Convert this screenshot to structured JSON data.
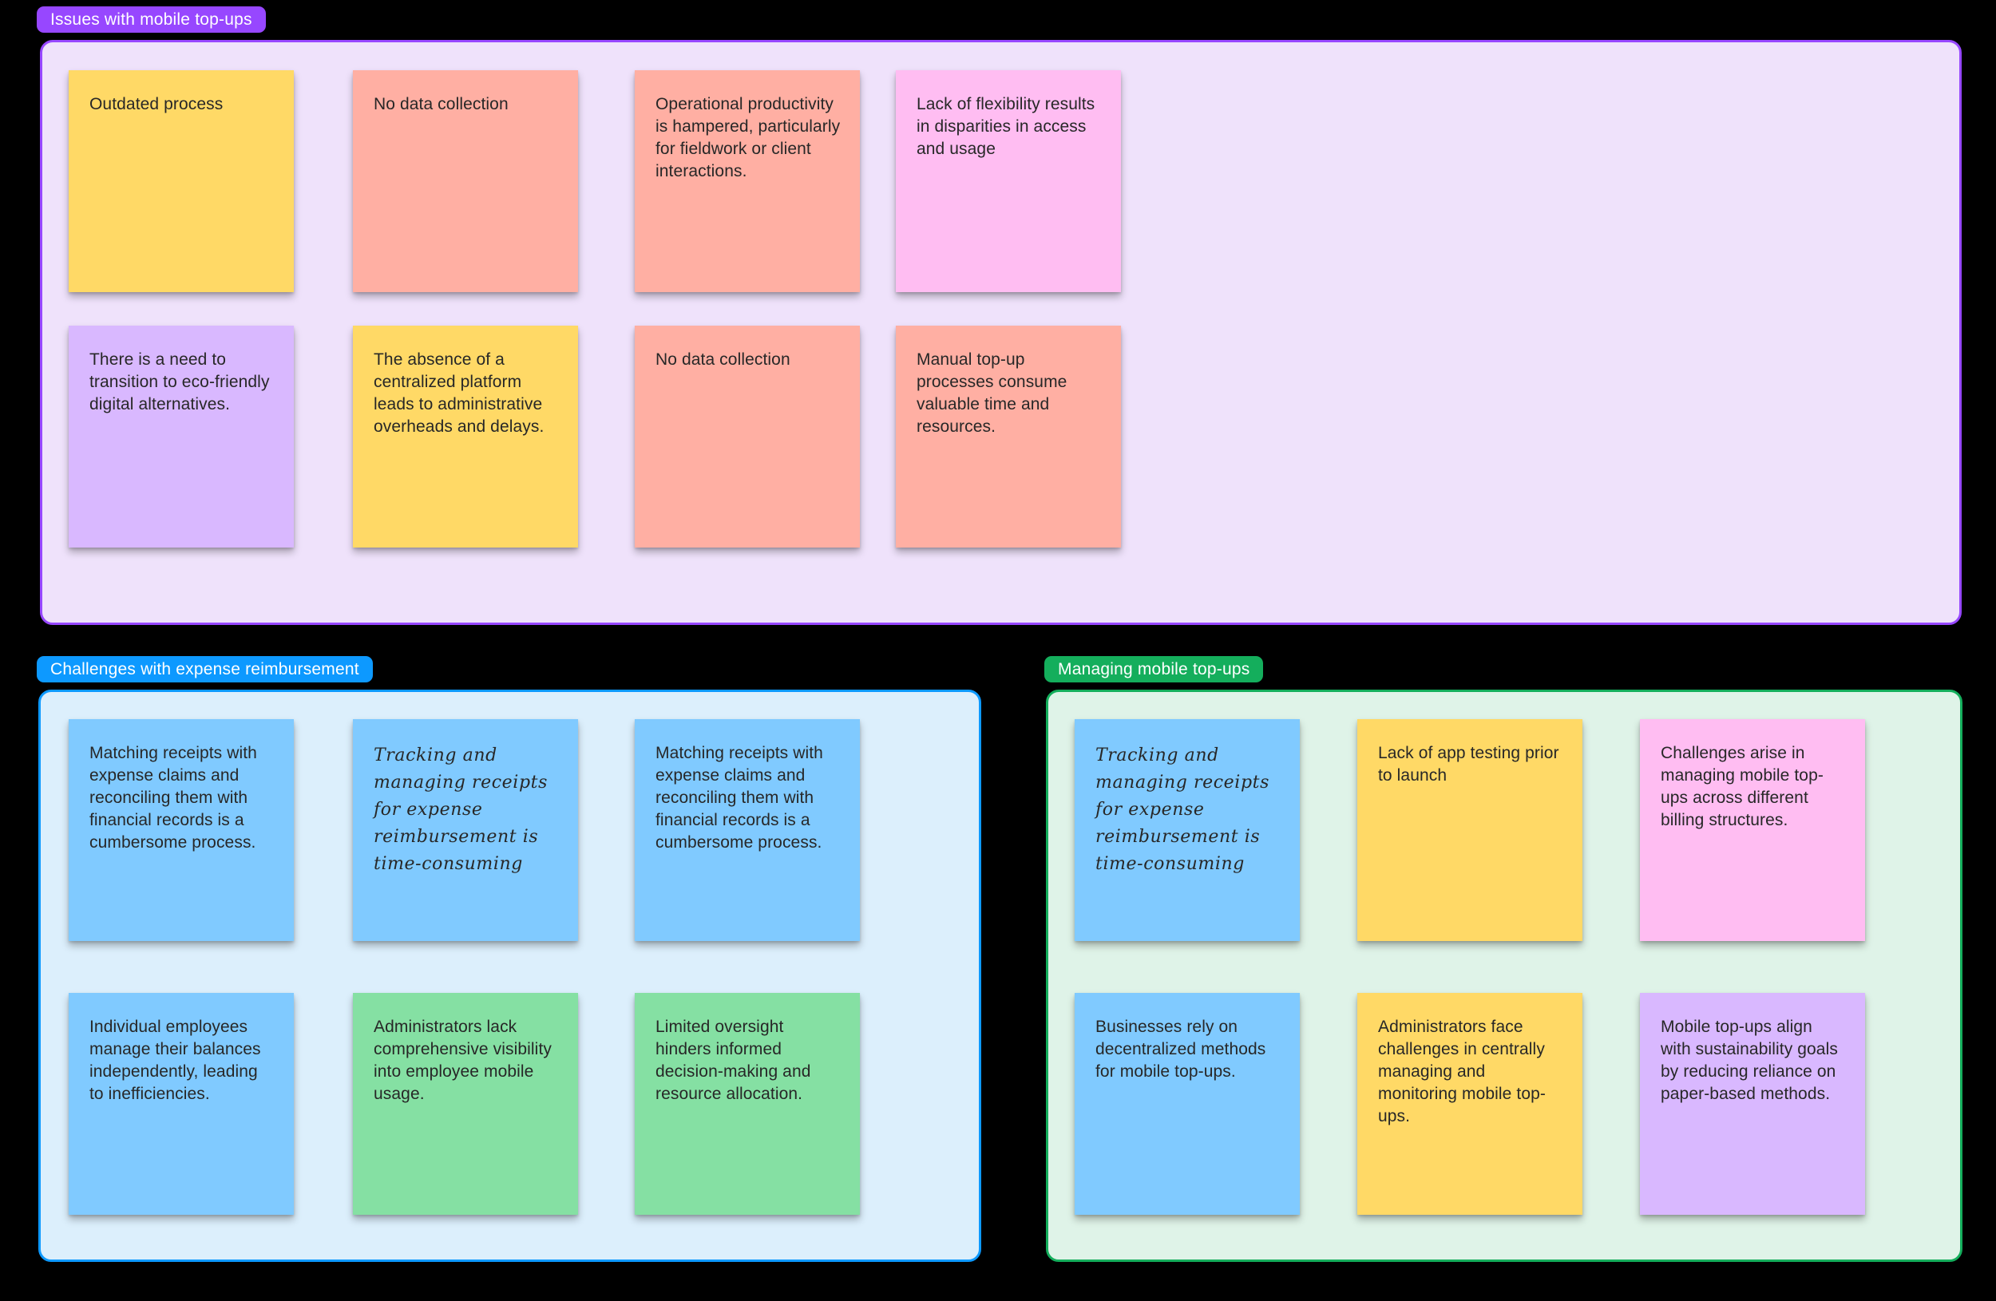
{
  "canvas": {
    "background": "#000000"
  },
  "sections": [
    {
      "label": "Issues with mobile top-ups",
      "accent": "#9747FF",
      "fill": "#EFE2FB",
      "notes": [
        {
          "text": "Outdated process",
          "color": "#FFD966",
          "handwritten": false
        },
        {
          "text": "No data collection",
          "color": "#FFAFA3",
          "handwritten": false
        },
        {
          "text": "Operational productivity is hampered, particularly for fieldwork or client interactions.",
          "color": "#FFAFA3",
          "handwritten": false
        },
        {
          "text": "Lack of flexibility results in disparities in access and usage",
          "color": "#FFBDF2",
          "handwritten": false
        },
        {
          "text": "There is a need to transition to eco-friendly digital alternatives.",
          "color": "#D9B8FF",
          "handwritten": false
        },
        {
          "text": "The absence of a centralized platform leads to administrative overheads and delays.",
          "color": "#FFD966",
          "handwritten": false
        },
        {
          "text": "No data collection",
          "color": "#FFAFA3",
          "handwritten": false
        },
        {
          "text": "Manual top-up processes consume valuable time and resources.",
          "color": "#FFAFA3",
          "handwritten": false
        }
      ]
    },
    {
      "label": "Challenges with expense reimbursement",
      "accent": "#0D99FF",
      "fill": "#DCEFFC",
      "notes": [
        {
          "text": "Matching receipts with expense claims and reconciling them with financial records is a cumbersome process.",
          "color": "#80CAFF",
          "handwritten": false
        },
        {
          "text": "Tracking and managing receipts for expense reimbursement is time-consuming",
          "color": "#80CAFF",
          "handwritten": true
        },
        {
          "text": "Matching receipts with expense claims and reconciling them with financial records is a cumbersome process.",
          "color": "#80CAFF",
          "handwritten": false
        },
        {
          "text": "Individual employees manage their balances independently, leading to inefficiencies.",
          "color": "#80CAFF",
          "handwritten": false
        },
        {
          "text": "Administrators lack comprehensive visibility into employee mobile usage.",
          "color": "#85E0A3",
          "handwritten": false
        },
        {
          "text": "Limited oversight hinders informed decision-making and resource allocation.",
          "color": "#85E0A3",
          "handwritten": false
        }
      ]
    },
    {
      "label": "Managing mobile top-ups",
      "accent": "#14AE5C",
      "fill": "#DFF3E8",
      "notes": [
        {
          "text": "Tracking and managing receipts for expense reimbursement is time-consuming",
          "color": "#80CAFF",
          "handwritten": true
        },
        {
          "text": "Lack of app testing prior to launch",
          "color": "#FFD966",
          "handwritten": false
        },
        {
          "text": "Challenges arise in managing mobile top-ups across different billing structures.",
          "color": "#FFBDF2",
          "handwritten": false
        },
        {
          "text": "Businesses rely on decentralized methods for mobile top-ups.",
          "color": "#80CAFF",
          "handwritten": false
        },
        {
          "text": "Administrators face challenges in centrally managing and monitoring mobile top-ups.",
          "color": "#FFD966",
          "handwritten": false
        },
        {
          "text": "Mobile top-ups align with sustainability goals by reducing reliance on paper-based methods.",
          "color": "#D9B8FF",
          "handwritten": false
        }
      ]
    }
  ]
}
